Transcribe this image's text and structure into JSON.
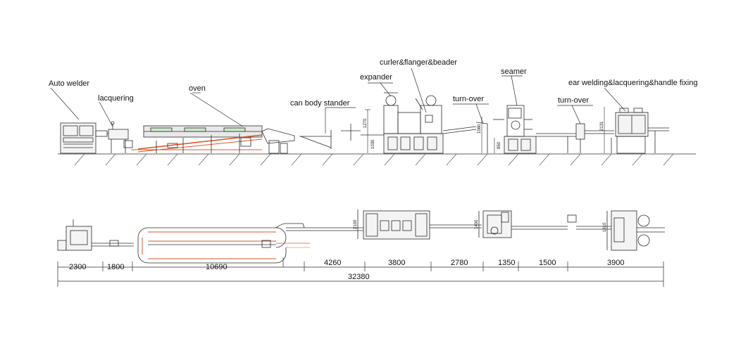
{
  "colors": {
    "line": "#2b2b2b",
    "accent": "#d95a2b",
    "hatch": "#555555",
    "machine_fill": "#f4f4f4",
    "oven_panel": "#e9e9e9"
  },
  "labels": {
    "auto_welder": "Auto welder",
    "lacquering": "lacquering",
    "oven": "oven",
    "can_body_stander": "can body stander",
    "expander": "expander",
    "curler_flanger_beader": "curler&flanger&beader",
    "turn_over_1": "turn-over",
    "seamer": "seamer",
    "turn_over_2": "turn-over",
    "ear_welding": "ear welding&lacquering&handle fixing"
  },
  "elevation_dims": {
    "expander_height": "1270",
    "expander_base": "1030",
    "turnover_height": "1080",
    "seamer_base": "850",
    "ear_height": "2131"
  },
  "plan_dims": {
    "curler_width": "2100",
    "seamer_width": "1400",
    "ear_width": "1610"
  },
  "dimensions": {
    "d1": "2300",
    "d2": "1800",
    "d3": "10690",
    "d4": "4260",
    "d5": "3800",
    "d6": "2780",
    "d7": "1350",
    "d8": "1500",
    "d9": "3900",
    "total": "32380"
  }
}
